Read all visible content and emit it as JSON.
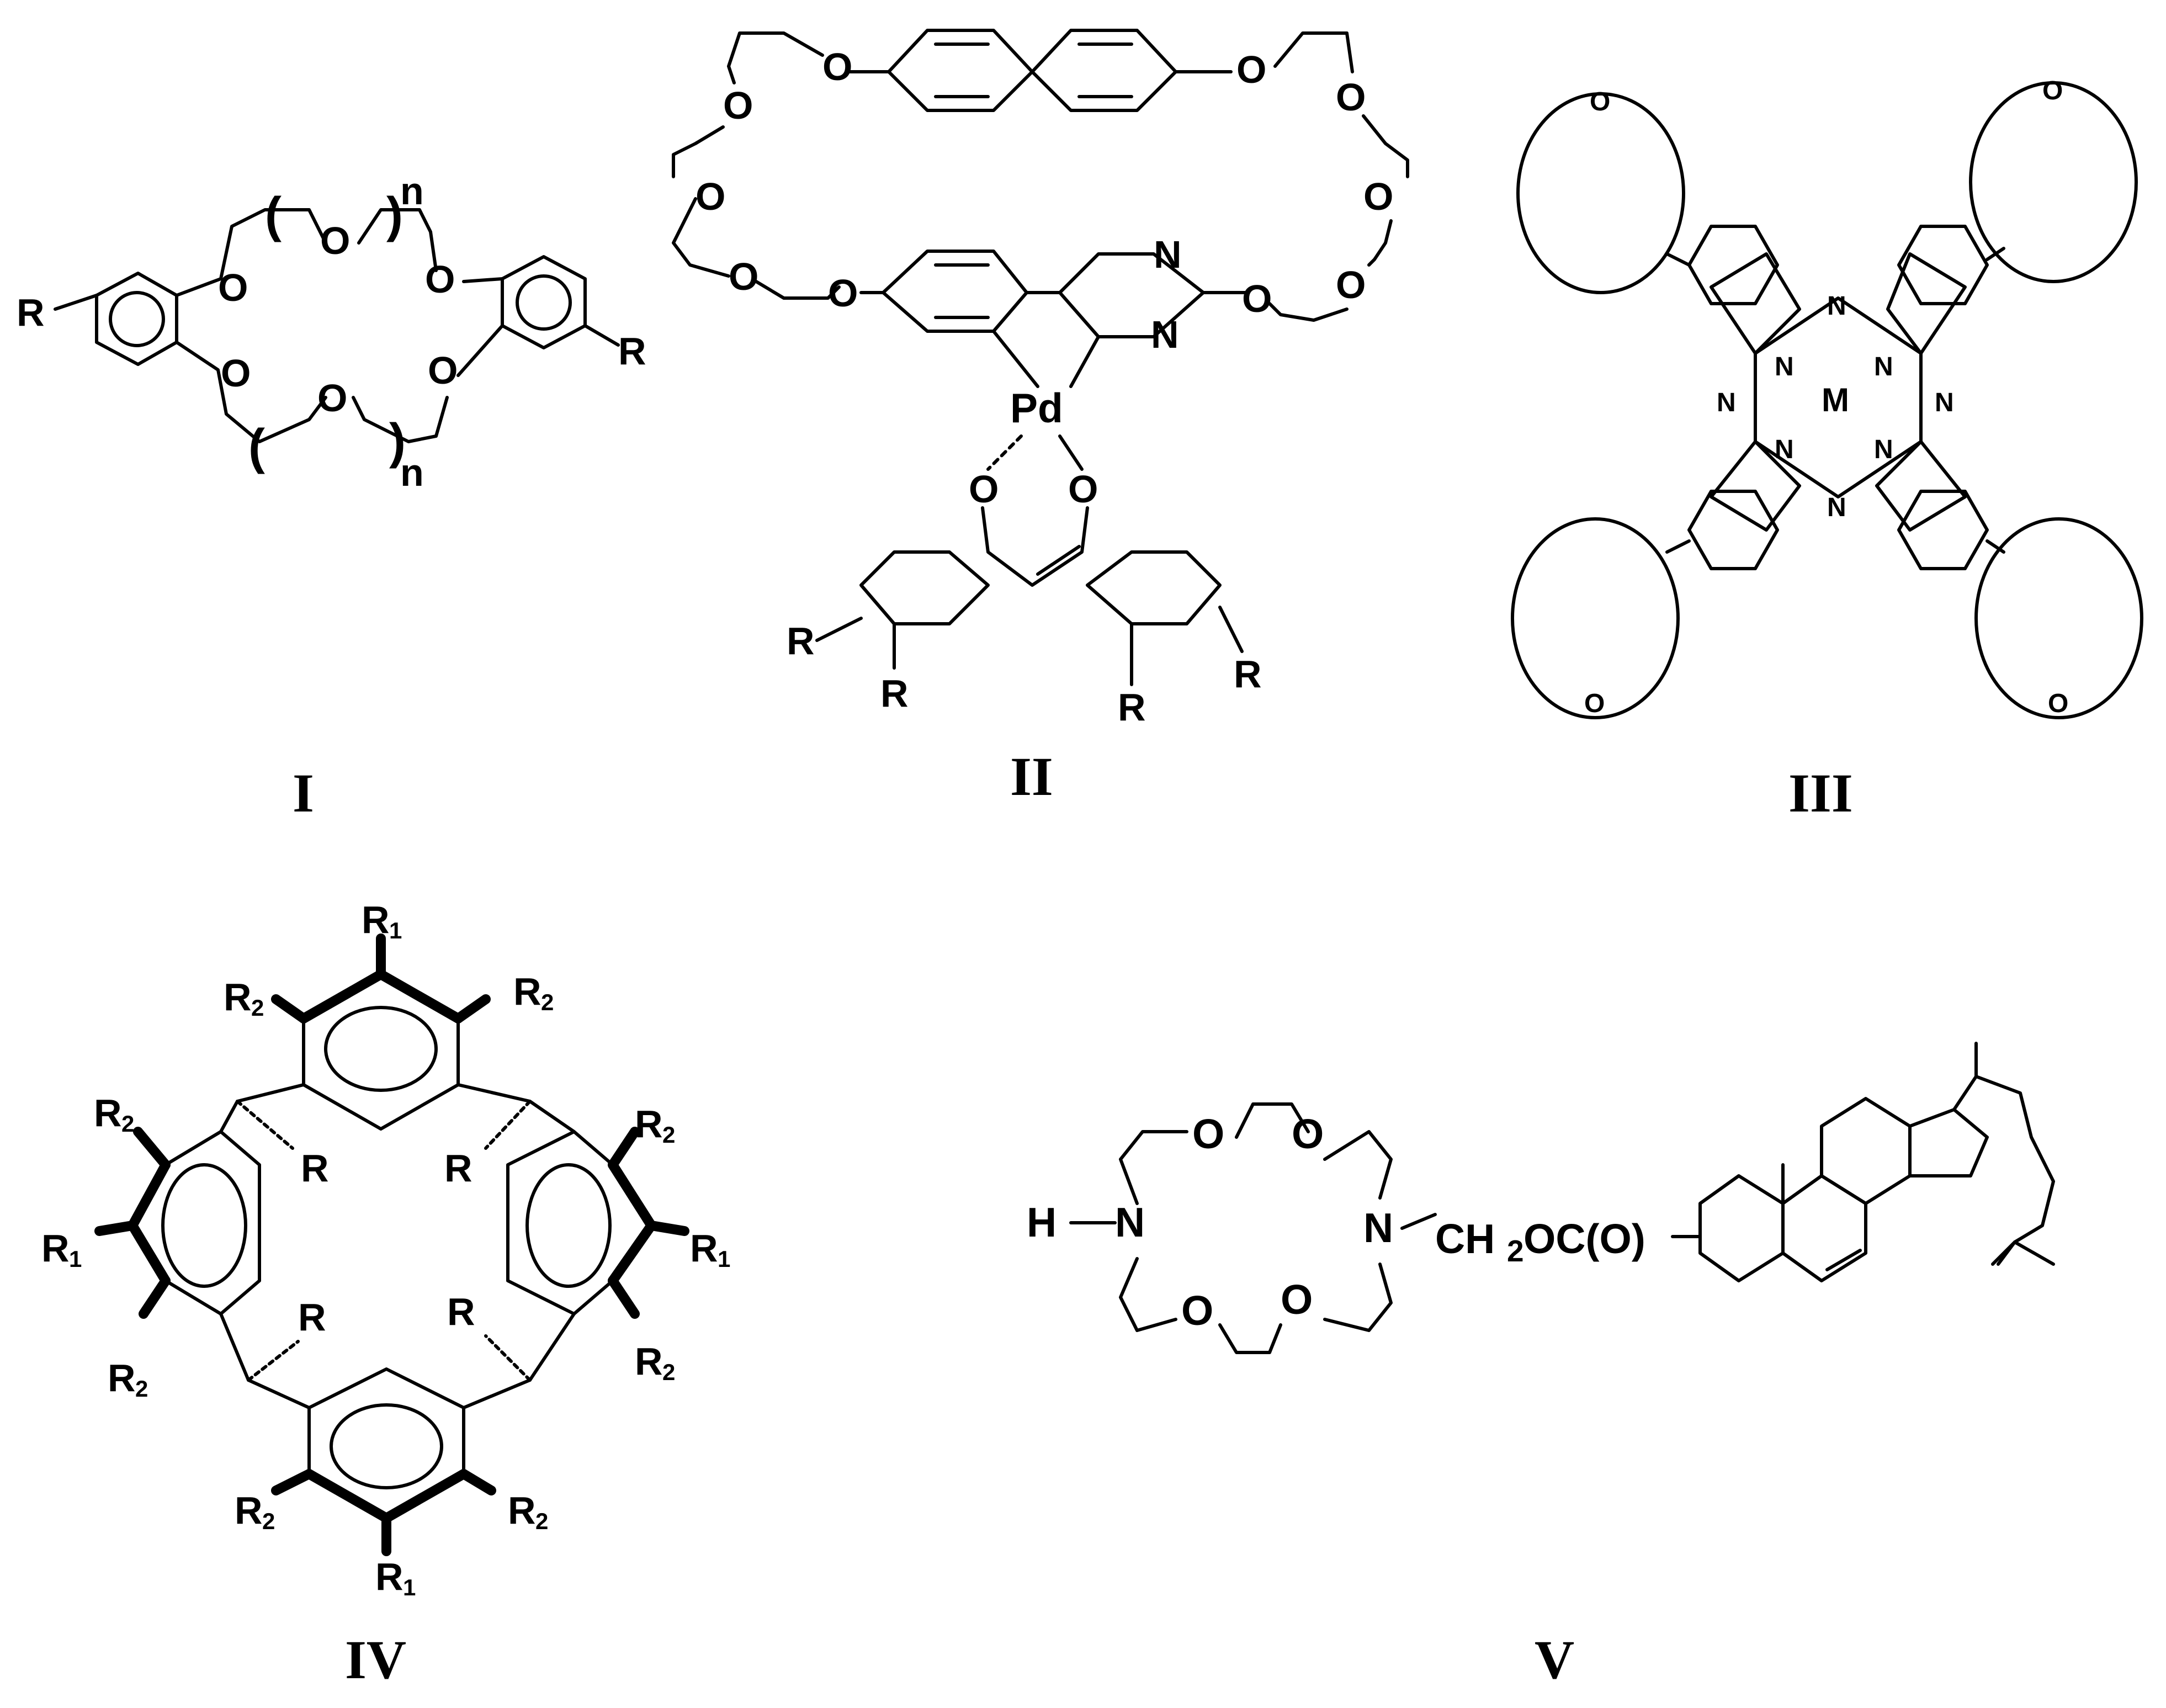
{
  "structures": [
    {
      "id": "I",
      "label": "I",
      "atoms": {
        "r_left": "R",
        "r_right": "R",
        "o1": "O",
        "o2": "O",
        "o3": "O",
        "o4": "O",
        "o5": "O",
        "o6": "O",
        "n_top": "n",
        "n_bottom": "n",
        "paren_open_top": "(",
        "paren_close_top": ")",
        "paren_open_bottom": "(",
        "paren_close_bottom": ")"
      }
    },
    {
      "id": "II",
      "label": "II",
      "atoms": {
        "o_biphenyl_left": "O",
        "o_biphenyl_right": "O",
        "o_chain_l1": "O",
        "o_chain_l2": "O",
        "o_chain_l3": "O",
        "o_chain_l4": "O",
        "o_chain_r1": "O",
        "o_chain_r2": "O",
        "o_chain_r3": "O",
        "o_pyrimidine": "O",
        "n_top": "N",
        "n_bottom": "N",
        "pd": "Pd",
        "o_acac_left": "O",
        "o_acac_right": "O",
        "r1": "R",
        "r2": "R",
        "r3": "R",
        "r4": "R"
      }
    },
    {
      "id": "III",
      "label": "III",
      "atoms": {
        "metal": "M",
        "n_label": "N",
        "o_label": "O"
      }
    },
    {
      "id": "IV",
      "label": "IV",
      "atoms": {
        "r1": "R",
        "r2": "R",
        "sub_1": "1",
        "sub_2": "2",
        "r": "R"
      }
    },
    {
      "id": "V",
      "label": "V",
      "atoms": {
        "h": "H",
        "n_left": "N",
        "n_right": "N",
        "o1": "O",
        "o2": "O",
        "o3": "O",
        "o4": "O",
        "ch": "CH",
        "sub2": "2",
        "ester": "OC(O)"
      }
    }
  ]
}
